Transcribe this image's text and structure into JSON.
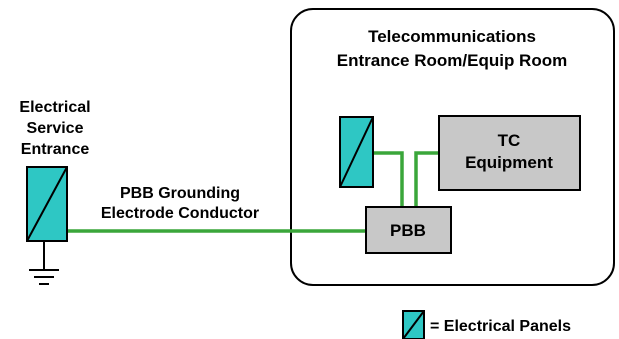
{
  "labels": {
    "room_title_line1": "Telecommunications",
    "room_title_line2": "Entrance Room/Equip Room",
    "service_line1": "Electrical",
    "service_line2": "Service",
    "service_line3": "Entrance",
    "conductor_line1": "PBB Grounding",
    "conductor_line2": "Electrode Conductor",
    "tc_line1": "TC",
    "tc_line2": "Equipment",
    "pbb": "PBB",
    "legend_text": "= Electrical Panels"
  },
  "colors": {
    "panel_fill": "#2ec7c4",
    "box_fill": "#c8c8c8",
    "conductor": "#3aa63a",
    "outline": "#000000"
  },
  "icons": {
    "panel": "electrical-panel-icon",
    "ground": "ground-symbol-icon"
  }
}
